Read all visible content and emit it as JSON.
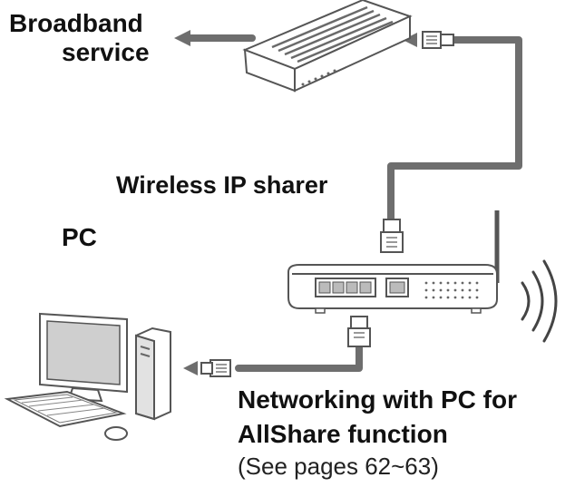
{
  "labels": {
    "broadband_line1": "Broadband",
    "broadband_line2": "service",
    "wireless_ip_sharer": "Wireless IP sharer",
    "pc": "PC",
    "networking_line1": "Networking with PC for",
    "networking_line2": "AllShare function",
    "see_pages": "(See pages 62~63)"
  },
  "colors": {
    "cable": "#6e6e6e",
    "outline": "#555555",
    "device_fill": "#ffffff",
    "screen": "#cfcfcf"
  }
}
